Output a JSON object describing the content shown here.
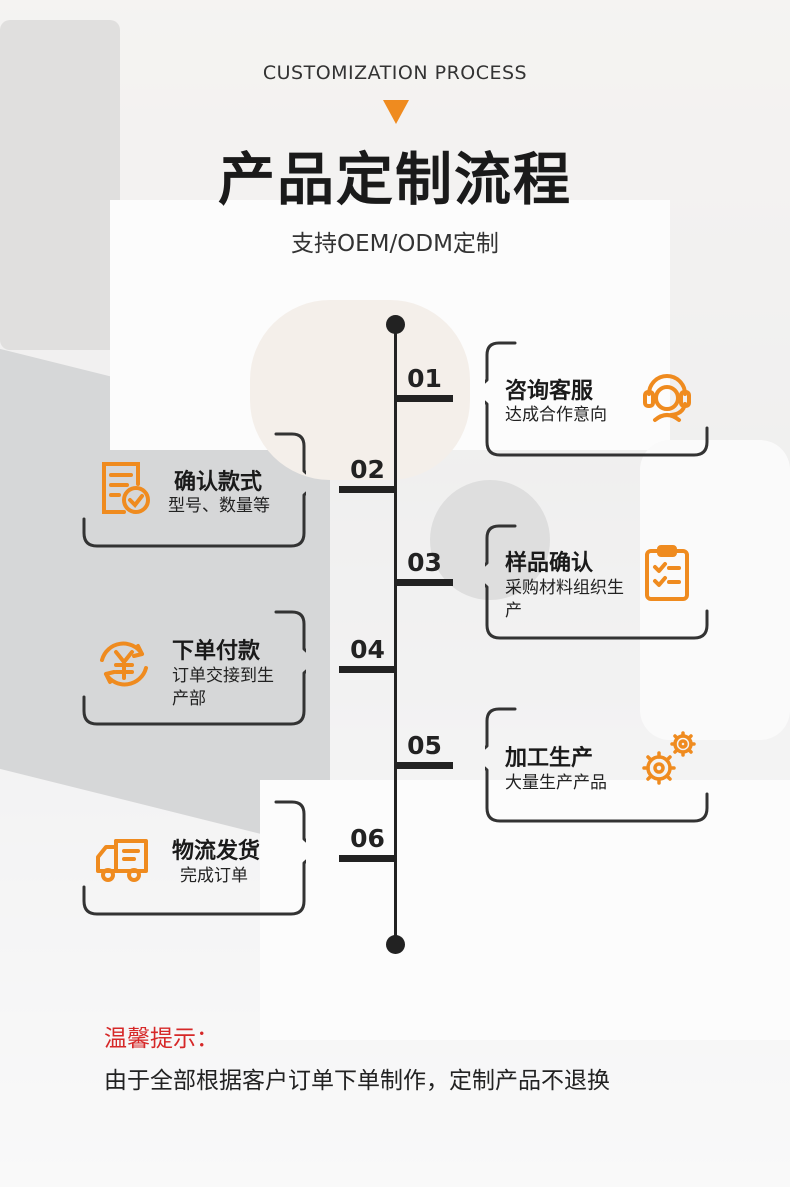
{
  "header": {
    "subtitle_en": "CUSTOMIZATION PROCESS",
    "title": "产品定制流程",
    "subtitle_cn": "支持OEM/ODM定制"
  },
  "steps": [
    {
      "num": "01",
      "title": "咨询客服",
      "desc": "达成合作意向",
      "icon": "customer-service-icon",
      "side": "right"
    },
    {
      "num": "02",
      "title": "确认款式",
      "desc": "型号、数量等",
      "icon": "document-check-icon",
      "side": "left"
    },
    {
      "num": "03",
      "title": "样品确认",
      "desc": "采购材料组织生产",
      "icon": "clipboard-check-icon",
      "side": "right"
    },
    {
      "num": "04",
      "title": "下单付款",
      "desc": "订单交接到生产部",
      "icon": "yuan-payment-icon",
      "side": "left"
    },
    {
      "num": "05",
      "title": "加工生产",
      "desc": "大量生产产品",
      "icon": "gears-icon",
      "side": "right"
    },
    {
      "num": "06",
      "title": "物流发货",
      "desc": "完成订单",
      "icon": "truck-icon",
      "side": "left"
    }
  ],
  "tip": {
    "label": "温馨提示：",
    "text": "由于全部根据客户订单下单制作，定制产品不退换"
  },
  "colors": {
    "accent": "#ef8b1f",
    "line": "#222222",
    "tip_label": "#d62828"
  }
}
